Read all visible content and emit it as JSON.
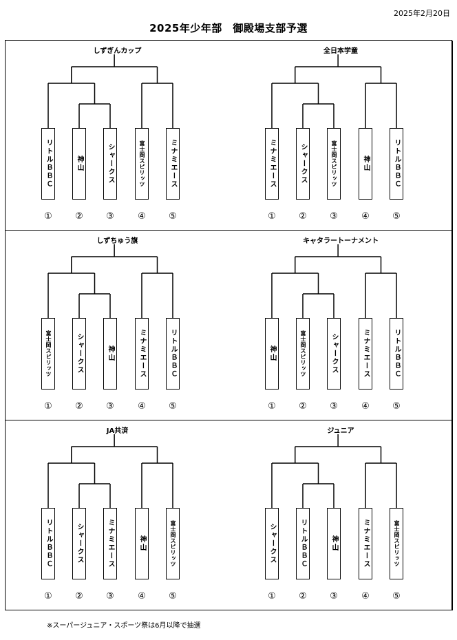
{
  "header": {
    "date": "2025年2月20日",
    "title": "2025年少年部　御殿場支部予選"
  },
  "brackets": [
    {
      "title": "しずぎんカップ",
      "teams": [
        "リトルＢＢＣ",
        "神山",
        "シャークス",
        "富士岡スピリッツ",
        "ミナミエース"
      ]
    },
    {
      "title": "全日本学童",
      "teams": [
        "ミナミエース",
        "シャークス",
        "富士岡スピリッツ",
        "神山",
        "リトルＢＢＣ"
      ]
    },
    {
      "title": "しずちゅう旗",
      "teams": [
        "富士岡スピリッツ",
        "シャークス",
        "神山",
        "ミナミエース",
        "リトルＢＢＣ"
      ]
    },
    {
      "title": "キャタラートーナメント",
      "teams": [
        "神山",
        "富士岡スピリッツ",
        "シャークス",
        "ミナミエース",
        "リトルＢＢＣ"
      ]
    },
    {
      "title": "JA共済",
      "teams": [
        "リトルＢＢＣ",
        "シャークス",
        "ミナミエース",
        "神山",
        "富士岡スピリッツ"
      ]
    },
    {
      "title": "ジュニア",
      "teams": [
        "シャークス",
        "リトルＢＢＣ",
        "神山",
        "ミナミエース",
        "富士岡スピリッツ"
      ]
    }
  ],
  "slot_labels": [
    "①",
    "②",
    "③",
    "④",
    "⑤"
  ],
  "footnote": "※スーパージュニア・スポーツ祭は6月以降で抽選"
}
